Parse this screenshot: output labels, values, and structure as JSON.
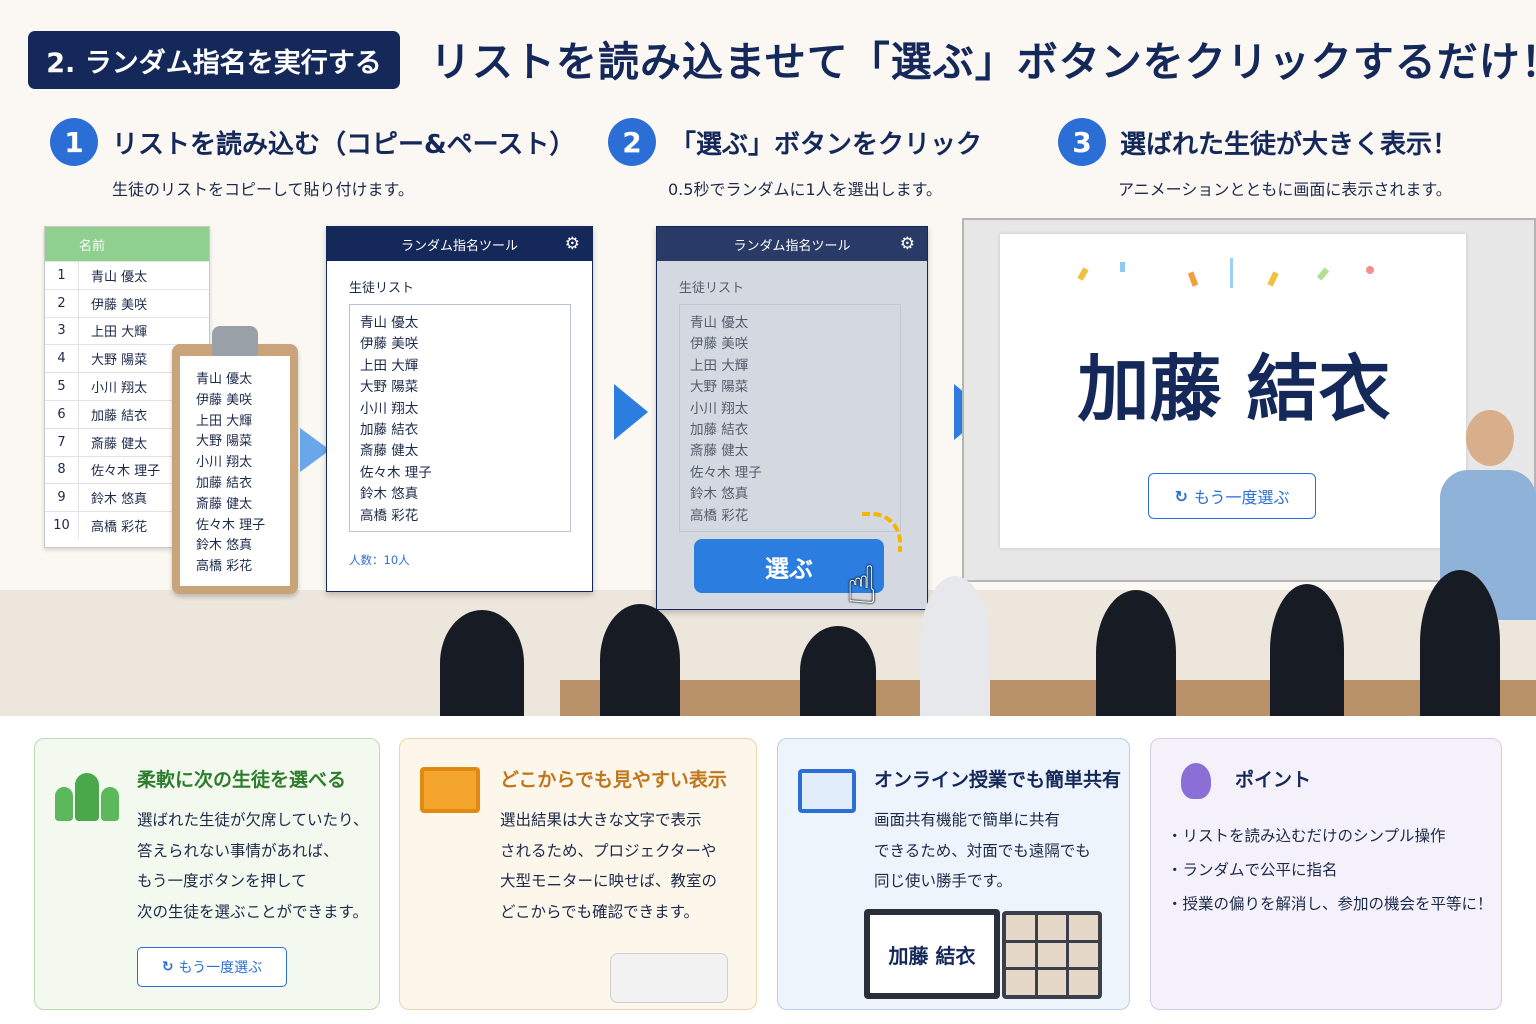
{
  "header": {
    "badge": "2. ランダム指名を実行する",
    "title": "リストを読み込ませて「選ぶ」ボタンをクリックするだけ！"
  },
  "steps": [
    {
      "num": "1",
      "title": "リストを読み込む（コピー&ペースト）",
      "sub": "生徒のリストをコピーして貼り付けます。"
    },
    {
      "num": "2",
      "title": "「選ぶ」ボタンをクリック",
      "sub": "0.5秒でランダムに1人を選出します。"
    },
    {
      "num": "3",
      "title": "選ばれた生徒が大きく表示！",
      "sub": "アニメーションとともに画面に表示されます。"
    }
  ],
  "sheet": {
    "header": "名前",
    "rows": [
      {
        "n": "1",
        "name": "青山 優太"
      },
      {
        "n": "2",
        "name": "伊藤 美咲"
      },
      {
        "n": "3",
        "name": "上田 大輝"
      },
      {
        "n": "4",
        "name": "大野 陽菜"
      },
      {
        "n": "5",
        "name": "小川 翔太"
      },
      {
        "n": "6",
        "name": "加藤 結衣"
      },
      {
        "n": "7",
        "name": "斎藤 健太"
      },
      {
        "n": "8",
        "name": "佐々木 理子"
      },
      {
        "n": "9",
        "name": "鈴木 悠真"
      },
      {
        "n": "10",
        "name": "高橋 彩花"
      }
    ]
  },
  "students": [
    "青山 優太",
    "伊藤 美咲",
    "上田 大輝",
    "大野 陽菜",
    "小川 翔太",
    "加藤 結衣",
    "斎藤 健太",
    "佐々木 理子",
    "鈴木 悠真",
    "高橋 彩花"
  ],
  "tool": {
    "title": "ランダム指名ツール",
    "list_label": "生徒リスト",
    "count": "人数：10人",
    "select_label": "選ぶ"
  },
  "result": {
    "winner": "加藤 結衣",
    "again_label": "もう一度選ぶ"
  },
  "cards": [
    {
      "title": "柔軟に次の生徒を選べる",
      "lines": [
        "選ばれた生徒が欠席していたり、",
        "答えられない事情があれば、",
        "もう一度ボタンを押して",
        "次の生徒を選ぶことができます。"
      ],
      "button": "もう一度選ぶ"
    },
    {
      "title": "どこからでも見やすい表示",
      "lines": [
        "選出結果は大きな文字で表示",
        "されるため、プロジェクターや",
        "大型モニターに映せば、教室の",
        "どこからでも確認できます。"
      ]
    },
    {
      "title": "オンライン授業でも簡単共有",
      "lines": [
        "画面共有機能で簡単に共有",
        "できるため、対面でも遠隔でも",
        "同じ使い勝手です。"
      ],
      "laptop_name": "加藤 結衣"
    },
    {
      "title": "ポイント",
      "lines": [
        "・リストを読み込むだけのシンプル操作",
        "・ランダムで公平に指名",
        "・授業の偏りを解消し、参加の機会を平等に！"
      ]
    }
  ],
  "colors": {
    "navy": "#15285a",
    "accent": "#2b7de0",
    "green": "#2e8b2e",
    "orange": "#c8761a"
  },
  "icons": [
    "gear-icon",
    "refresh-icon",
    "cursor-hand-icon",
    "people-icon",
    "monitor-icon",
    "video-call-icon",
    "lightbulb-icon",
    "arrow-right-icon",
    "projector-icon"
  ]
}
